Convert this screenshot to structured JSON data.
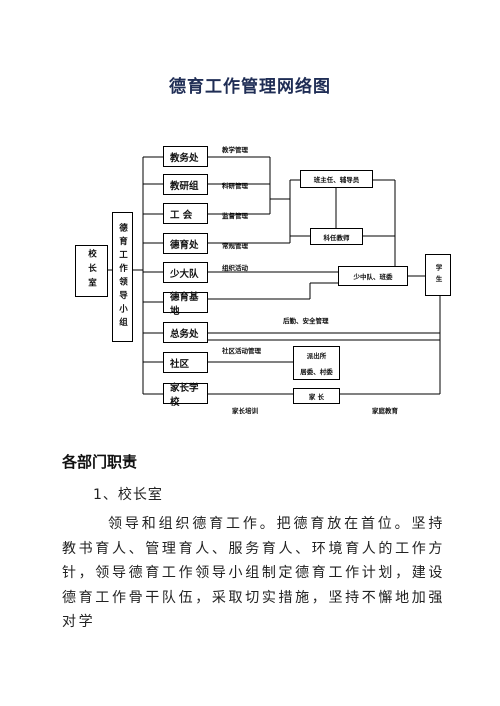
{
  "title": "德育工作管理网络图",
  "org_chart": {
    "principal": "校长室",
    "leading_group": "德育工作领导小组",
    "departments": [
      "教务处",
      "教研组",
      "工 会",
      "德育处",
      "少大队",
      "德育基地",
      "总务处",
      "社区",
      "家长学校"
    ],
    "relations": [
      "教学管理",
      "科研管理",
      "监督管理",
      "常规管理",
      "组织活动",
      "后勤、安全管理",
      "社区活动管理",
      "家长培训",
      "家庭教育"
    ],
    "roles": {
      "class_teacher": "班主任、辅导员",
      "subject_teacher": "科任教师",
      "squad": "少中队、班委",
      "student": "学生",
      "police": "派出所",
      "committee": "居委、村委",
      "parents": "家 长"
    }
  },
  "section_heading": "各部门职责",
  "subheading": "1、校长室",
  "paragraph": "领导和组织德育工作。把德育放在首位。坚持教书育人、管理育人、服务育人、环境育人的工作方针，领导德育工作领导小组制定德育工作计划，建设德育工作骨干队伍，采取切实措施，坚持不懈地加强对学"
}
